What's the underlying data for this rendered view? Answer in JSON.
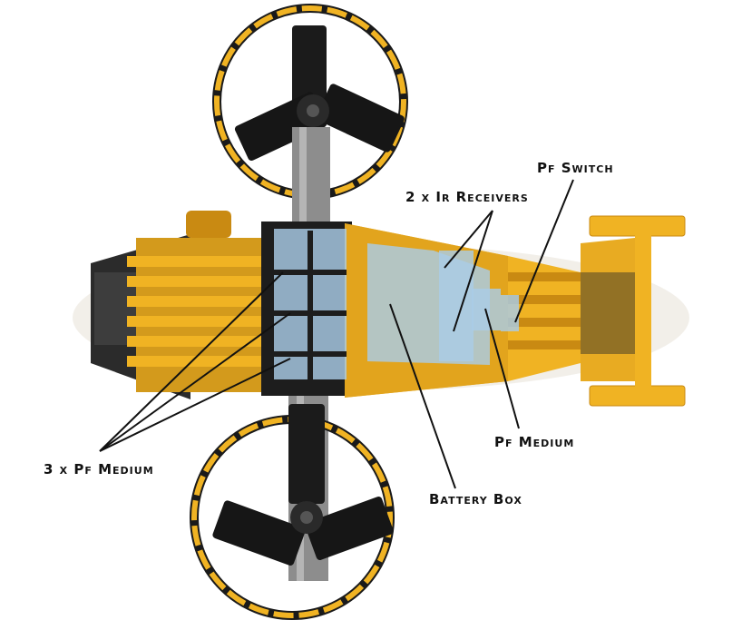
{
  "labels": {
    "pf_switch": "Pf Switch",
    "ir_receivers": "2 x Ir Receivers",
    "pf_medium_single": "Pf Medium",
    "pf_medium_triple": "3 x Pf Medium",
    "battery_box": "Battery Box"
  },
  "colors": {
    "background": "#ffffff",
    "body_yellow": "#f0b323",
    "dark_yellow": "#c98a12",
    "black": "#141414",
    "grey": "#8d8d8d",
    "light_blue": "#a9cce6",
    "leader_line": "#111111"
  }
}
